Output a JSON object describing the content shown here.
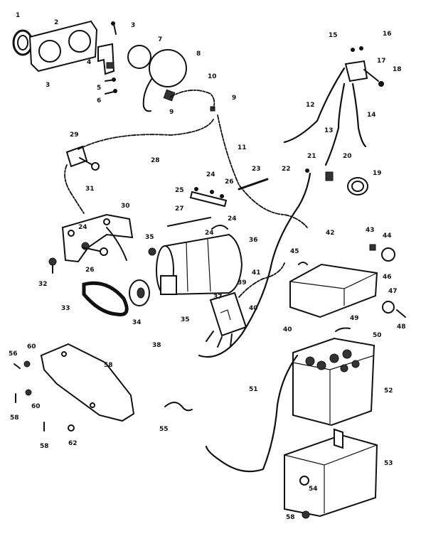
{
  "diagram": {
    "callouts": [
      {
        "id": "c1",
        "text": "1"
      },
      {
        "id": "c2",
        "text": "2"
      },
      {
        "id": "c3",
        "text": "3"
      },
      {
        "id": "c4",
        "text": "4"
      },
      {
        "id": "c3b",
        "text": "3"
      },
      {
        "id": "c7",
        "text": "7"
      },
      {
        "id": "c8",
        "text": "8"
      },
      {
        "id": "c5",
        "text": "5"
      },
      {
        "id": "c6",
        "text": "6"
      },
      {
        "id": "c10",
        "text": "10"
      },
      {
        "id": "c9a",
        "text": "9"
      },
      {
        "id": "c9b",
        "text": "9"
      },
      {
        "id": "c15",
        "text": "15"
      },
      {
        "id": "c16",
        "text": "16"
      },
      {
        "id": "c17",
        "text": "17"
      },
      {
        "id": "c18",
        "text": "18"
      },
      {
        "id": "c12",
        "text": "12"
      },
      {
        "id": "c14",
        "text": "14"
      },
      {
        "id": "c13",
        "text": "13"
      },
      {
        "id": "c29",
        "text": "29"
      },
      {
        "id": "c28",
        "text": "28"
      },
      {
        "id": "c11",
        "text": "11"
      },
      {
        "id": "c21",
        "text": "21"
      },
      {
        "id": "c20",
        "text": "20"
      },
      {
        "id": "c22",
        "text": "22"
      },
      {
        "id": "c23",
        "text": "23"
      },
      {
        "id": "c19",
        "text": "19"
      },
      {
        "id": "c24a",
        "text": "24"
      },
      {
        "id": "c26",
        "text": "26"
      },
      {
        "id": "c25",
        "text": "25"
      },
      {
        "id": "c31",
        "text": "31"
      },
      {
        "id": "c27",
        "text": "27"
      },
      {
        "id": "c24b",
        "text": "24"
      },
      {
        "id": "c30",
        "text": "30"
      },
      {
        "id": "c24c",
        "text": "24"
      },
      {
        "id": "c24d",
        "text": "24"
      },
      {
        "id": "c36",
        "text": "36"
      },
      {
        "id": "c35",
        "text": "35"
      },
      {
        "id": "c42",
        "text": "42"
      },
      {
        "id": "c43",
        "text": "43"
      },
      {
        "id": "c44",
        "text": "44"
      },
      {
        "id": "c26b",
        "text": "26"
      },
      {
        "id": "c32",
        "text": "32"
      },
      {
        "id": "c45",
        "text": "45"
      },
      {
        "id": "c41",
        "text": "41"
      },
      {
        "id": "c46",
        "text": "46"
      },
      {
        "id": "c39",
        "text": "39"
      },
      {
        "id": "c37",
        "text": "37"
      },
      {
        "id": "c33",
        "text": "33"
      },
      {
        "id": "c34",
        "text": "34"
      },
      {
        "id": "c35b",
        "text": "35"
      },
      {
        "id": "c40",
        "text": "40"
      },
      {
        "id": "c47",
        "text": "47"
      },
      {
        "id": "c48",
        "text": "48"
      },
      {
        "id": "c49",
        "text": "49"
      },
      {
        "id": "c50",
        "text": "50"
      },
      {
        "id": "c40b",
        "text": "40"
      },
      {
        "id": "c56",
        "text": "56"
      },
      {
        "id": "c60a",
        "text": "60"
      },
      {
        "id": "c38",
        "text": "38"
      },
      {
        "id": "c58a",
        "text": "58"
      },
      {
        "id": "c51",
        "text": "51"
      },
      {
        "id": "c52",
        "text": "52"
      },
      {
        "id": "c58b",
        "text": "58"
      },
      {
        "id": "c60b",
        "text": "60"
      },
      {
        "id": "c55",
        "text": "55"
      },
      {
        "id": "c58c",
        "text": "58"
      },
      {
        "id": "c62",
        "text": "62"
      },
      {
        "id": "c53",
        "text": "53"
      },
      {
        "id": "c54",
        "text": "54"
      },
      {
        "id": "c58d",
        "text": "58"
      }
    ]
  }
}
